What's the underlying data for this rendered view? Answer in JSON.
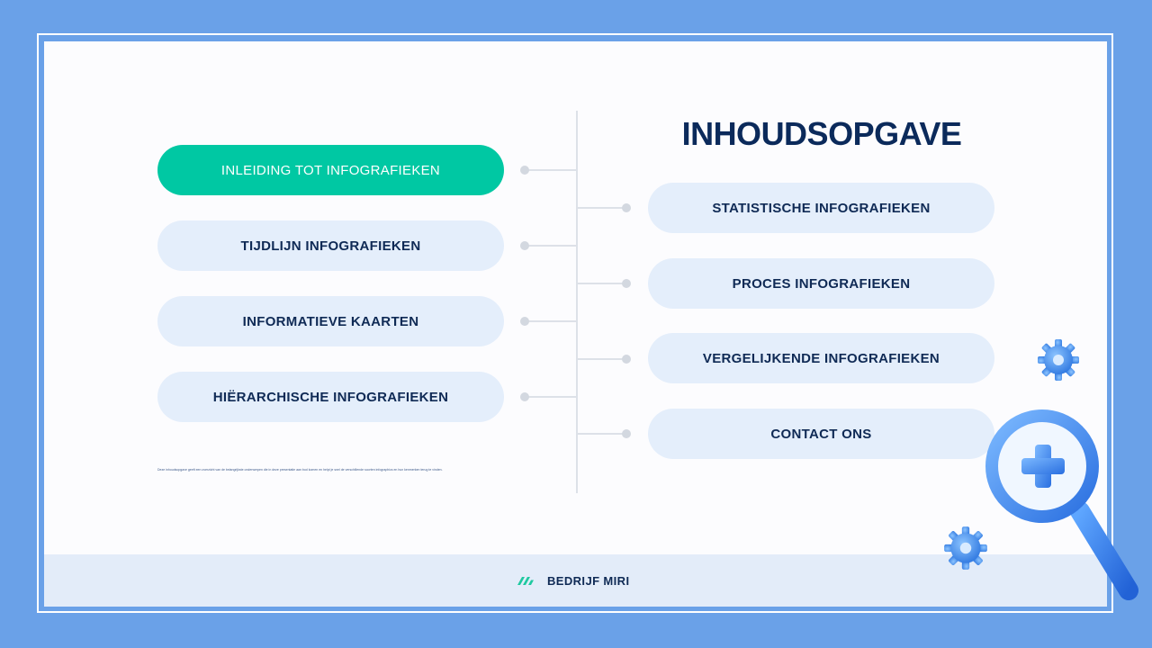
{
  "slide": {
    "title": "INHOUDSOPGAVE",
    "left_items": [
      {
        "label": "INLEIDING TOT INFOGRAFIEKEN",
        "active": true
      },
      {
        "label": "TIJDLIJN INFOGRAFIEKEN",
        "active": false
      },
      {
        "label": "INFORMATIEVE KAARTEN",
        "active": false
      },
      {
        "label": "HIËRARCHISCHE INFOGRAFIEKEN",
        "active": false
      }
    ],
    "right_items": [
      {
        "label": "STATISTISCHE INFOGRAFIEKEN"
      },
      {
        "label": "PROCES INFOGRAFIEKEN"
      },
      {
        "label": "VERGELIJKENDE INFOGRAFIEKEN"
      },
      {
        "label": "CONTACT ONS"
      }
    ],
    "note": "Deze inhoudsopgave geeft een overzicht van de belangrijkste onderwerpen die in deze presentatie aan bod komen en helpt je snel de verschillende soorten infographics en hun kenmerken terug te vinden."
  },
  "footer": {
    "company": "BEDRIJF MIRI",
    "logo_icon": "brand-logo-icon"
  },
  "colors": {
    "background": "#6aa1e8",
    "accent": "#00c8a3",
    "pill": "#e4eefb",
    "text": "#0f2a55",
    "footer": "#e3ecf9"
  },
  "decorations": [
    "gear-icon",
    "magnifier-plus-icon"
  ]
}
